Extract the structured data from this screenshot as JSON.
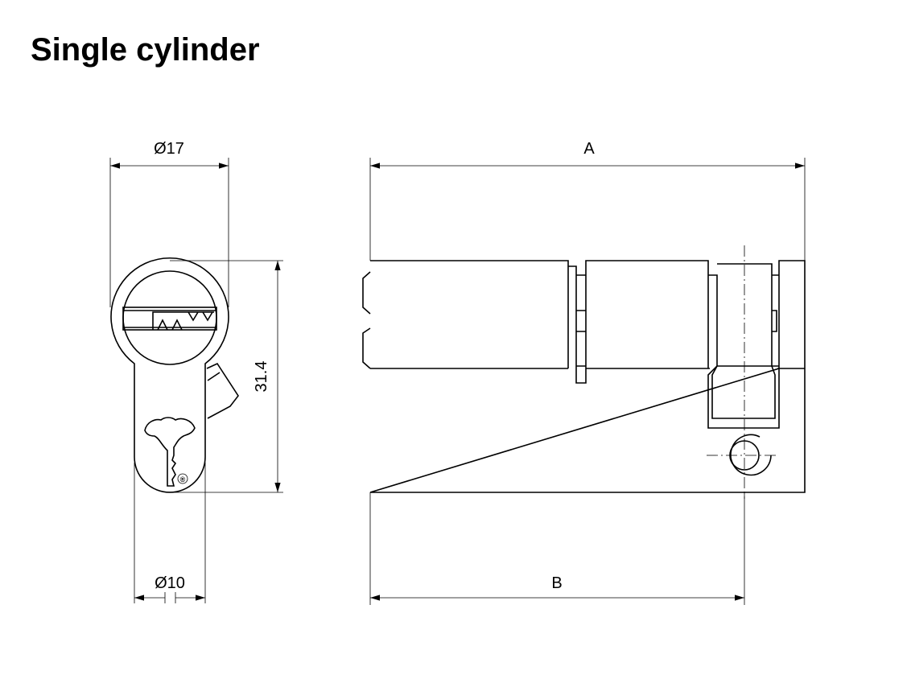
{
  "title": "Single cylinder",
  "dimensions": {
    "front_diameter": "Ø17",
    "cam_diameter": "Ø10",
    "height": "31.4",
    "overall_length": "A",
    "cam_length": "B"
  },
  "logo_mark": "®"
}
